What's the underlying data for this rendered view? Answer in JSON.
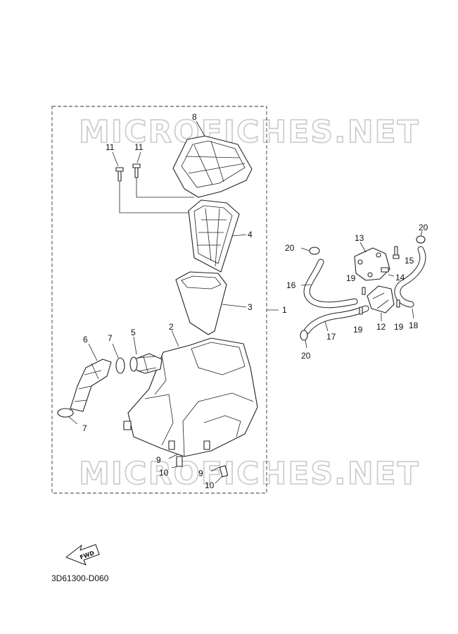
{
  "watermark": "MICROFICHES.NET",
  "diagram_code": "3D61300-D060",
  "fwd_label": "FWD",
  "callouts": {
    "c1": "1",
    "c2": "2",
    "c3": "3",
    "c4": "4",
    "c5": "5",
    "c6": "6",
    "c7a": "7",
    "c7b": "7",
    "c8": "8",
    "c9a": "9",
    "c9b": "9",
    "c10a": "10",
    "c10b": "10",
    "c11a": "11",
    "c11b": "11",
    "c12": "12",
    "c13": "13",
    "c14": "14",
    "c15": "15",
    "c16": "16",
    "c17": "17",
    "c18": "18",
    "c19a": "19",
    "c19b": "19",
    "c19c": "19",
    "c20a": "20",
    "c20b": "20",
    "c20c": "20"
  }
}
